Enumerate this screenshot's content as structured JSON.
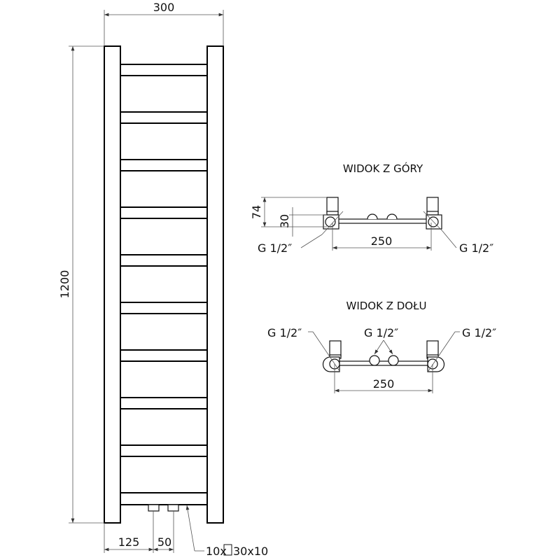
{
  "drawing": {
    "front_view": {
      "width_label": "300",
      "height_label": "1200",
      "offset_label": "125",
      "spacing_label": "50",
      "bars_label": "10x ▢30x10",
      "bars_count_prefix": "10x",
      "bars_profile": "30x10",
      "bar_count": 10
    },
    "top_view": {
      "title": "WIDOK Z GÓRY",
      "depth_label": "74",
      "axis_label": "30",
      "spacing_label": "250",
      "left_thread": "G 1/2″",
      "right_thread": "G 1/2″"
    },
    "bottom_view": {
      "title": "WIDOK Z DOŁU",
      "spacing_label": "250",
      "left_thread": "G 1/2″",
      "center_thread": "G 1/2″",
      "right_thread": "G 1/2″"
    },
    "colors": {
      "line": "#000000",
      "dimension_line": "#555555",
      "background": "#ffffff"
    }
  }
}
